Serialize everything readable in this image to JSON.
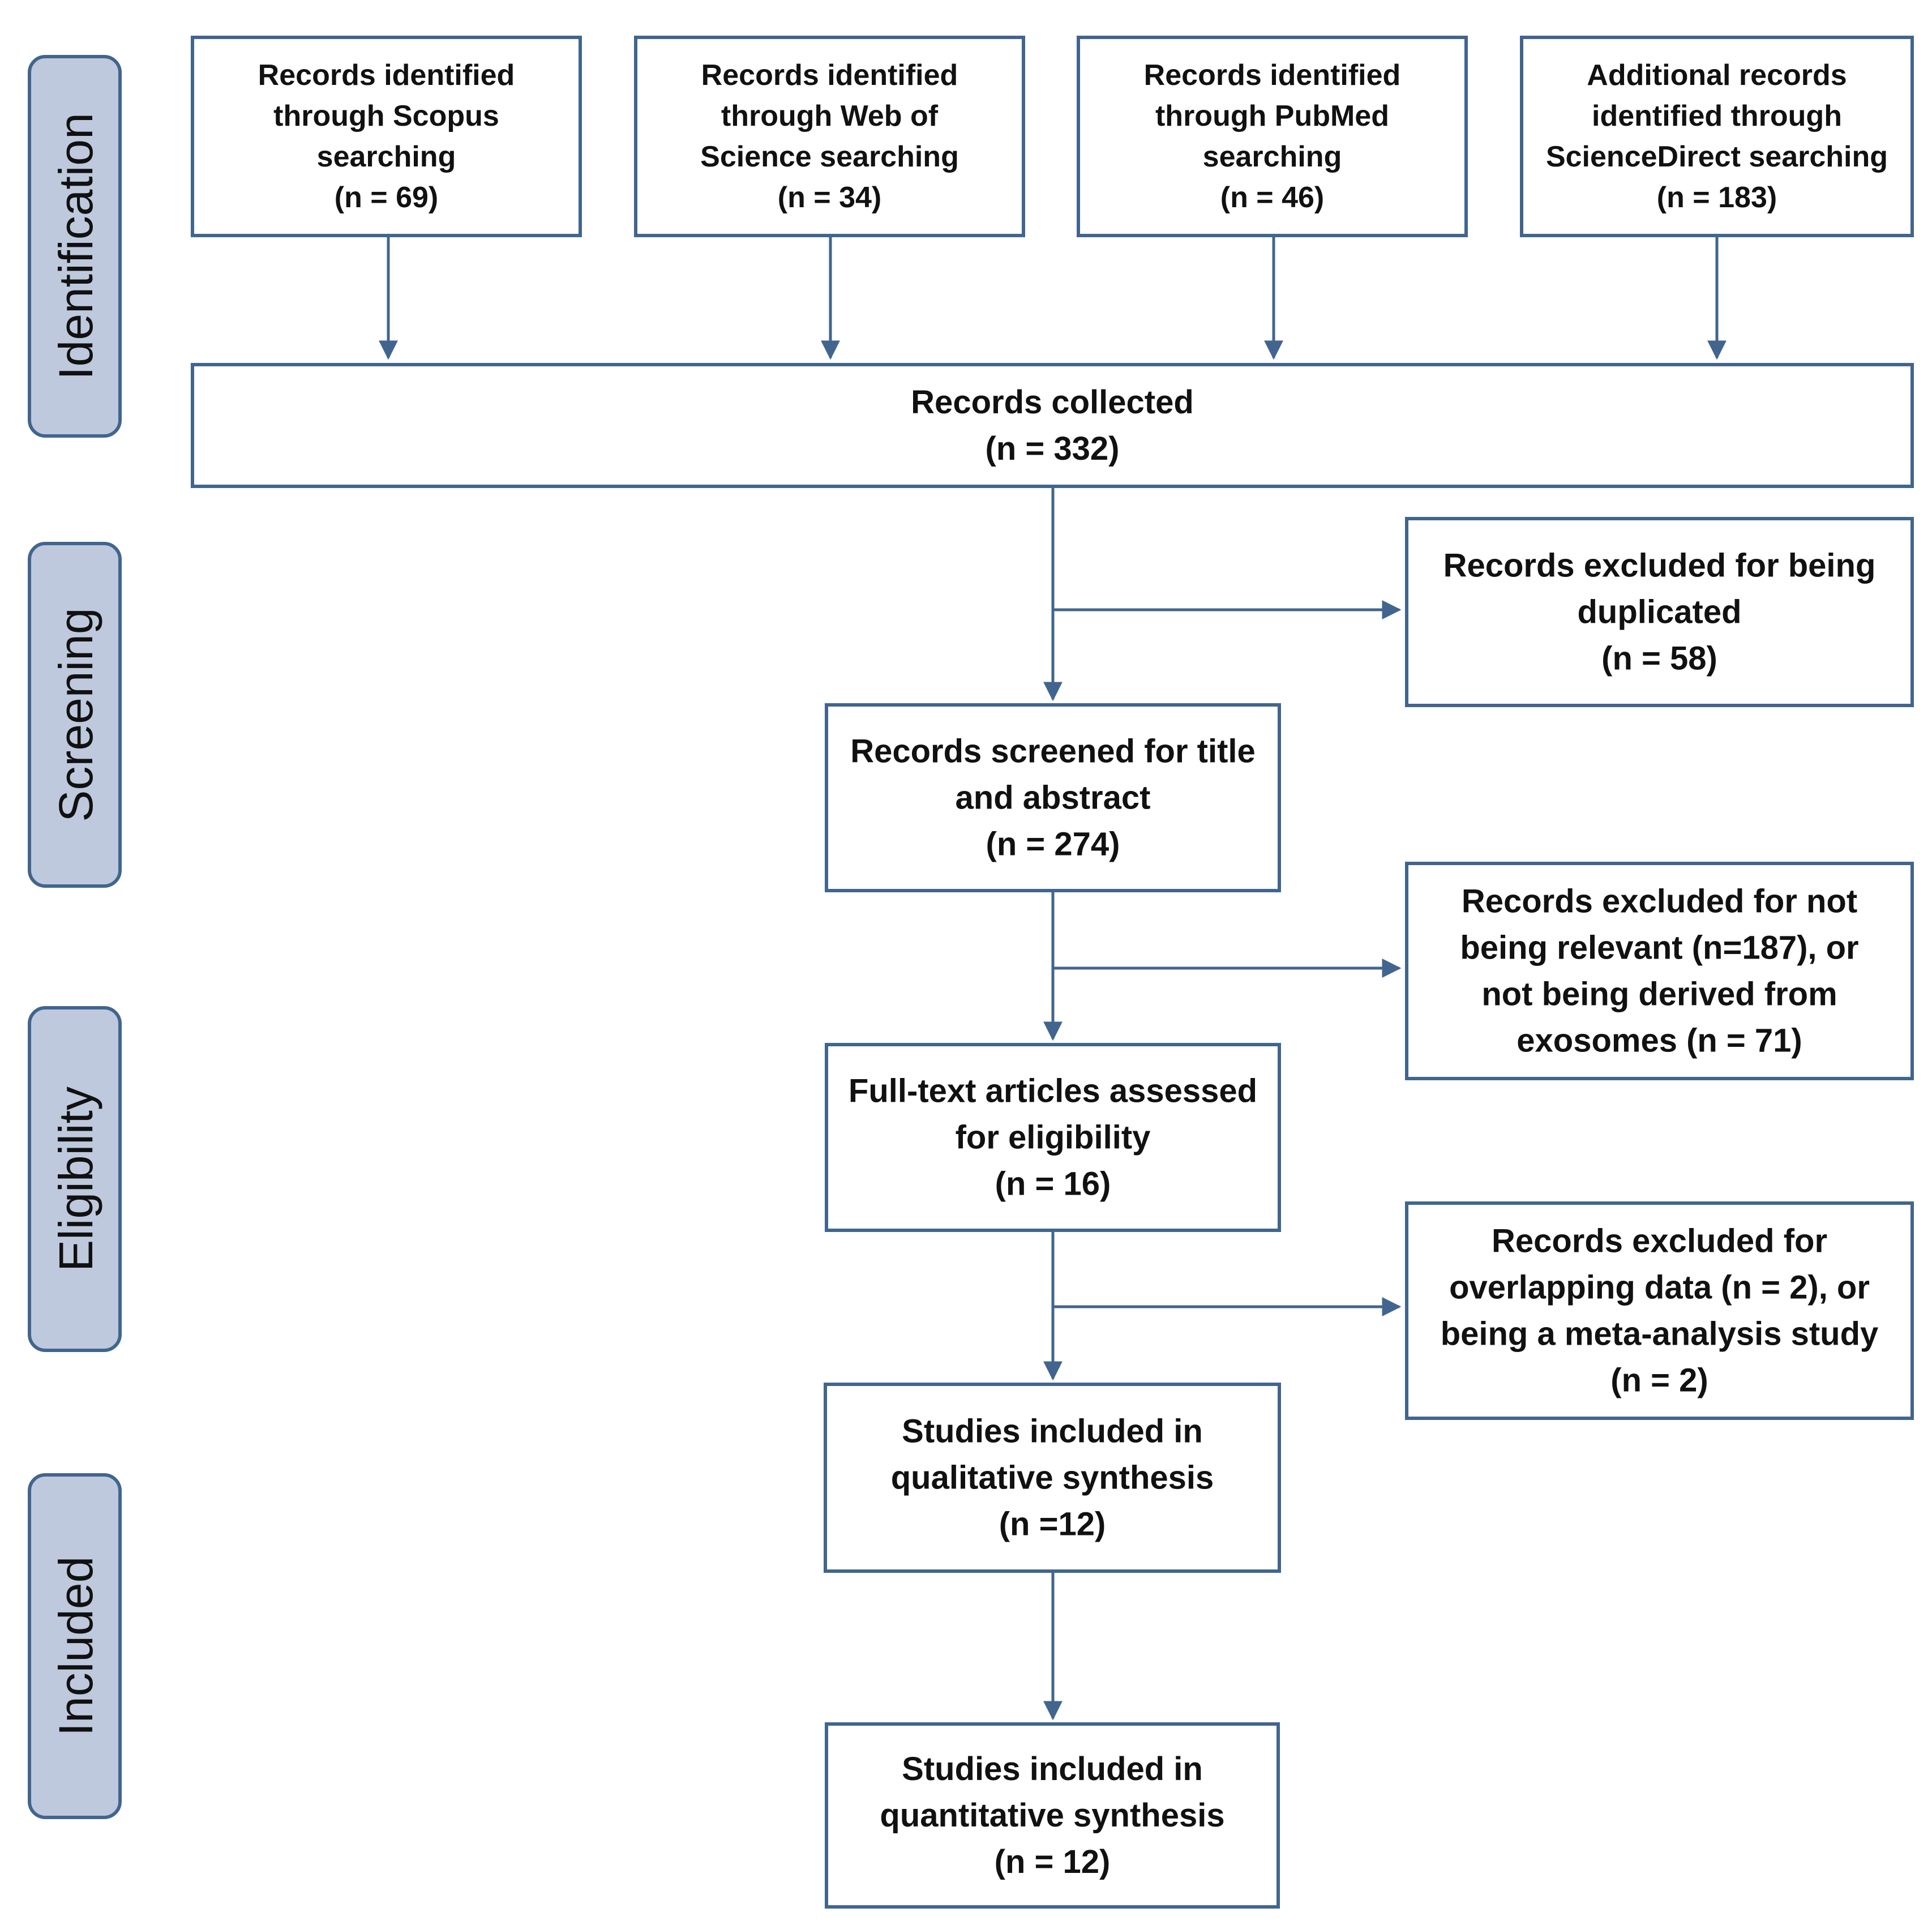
{
  "diagram": {
    "colors": {
      "stroke": "#41658E",
      "phase_fill": "#BFC9DD",
      "arrow": "#41658E",
      "text": "#111111"
    },
    "phases": [
      {
        "id": "identification",
        "label": "Identification"
      },
      {
        "id": "screening",
        "label": "Screening"
      },
      {
        "id": "eligibility",
        "label": "Eligibility"
      },
      {
        "id": "included",
        "label": "Included"
      }
    ],
    "boxes": [
      {
        "id": "scopus",
        "lines": [
          "Records identified",
          "through Scopus",
          "searching",
          "(n = 69)"
        ]
      },
      {
        "id": "wos",
        "lines": [
          "Records identified",
          "through Web of",
          "Science searching",
          "(n = 34)"
        ]
      },
      {
        "id": "pubmed",
        "lines": [
          "Records identified",
          "through PubMed",
          "searching",
          "(n = 46)"
        ]
      },
      {
        "id": "sciencedirect",
        "lines": [
          "Additional records",
          "identified through",
          "ScienceDirect searching",
          "(n = 183)"
        ]
      },
      {
        "id": "collected",
        "lines": [
          "Records collected",
          "(n = 332)"
        ]
      },
      {
        "id": "excluded-dup",
        "lines": [
          "Records excluded for being",
          "duplicated",
          "(n = 58)"
        ]
      },
      {
        "id": "screened",
        "lines": [
          "Records screened for title",
          "and abstract",
          "(n = 274)"
        ]
      },
      {
        "id": "excluded-relevance",
        "lines": [
          "Records excluded for not",
          "being relevant (n=187), or",
          "not being derived from",
          "exosomes (n = 71)"
        ]
      },
      {
        "id": "fulltext",
        "lines": [
          "Full-text articles assessed",
          "for eligibility",
          "(n = 16)"
        ]
      },
      {
        "id": "excluded-overlap",
        "lines": [
          "Records excluded for",
          "overlapping data (n = 2), or",
          "being a meta-analysis study",
          "(n = 2)"
        ]
      },
      {
        "id": "qualitative",
        "lines": [
          "Studies included in",
          "qualitative synthesis",
          "(n =12)"
        ]
      },
      {
        "id": "quantitative",
        "lines": [
          "Studies included in",
          "quantitative synthesis",
          "(n = 12)"
        ]
      }
    ]
  }
}
